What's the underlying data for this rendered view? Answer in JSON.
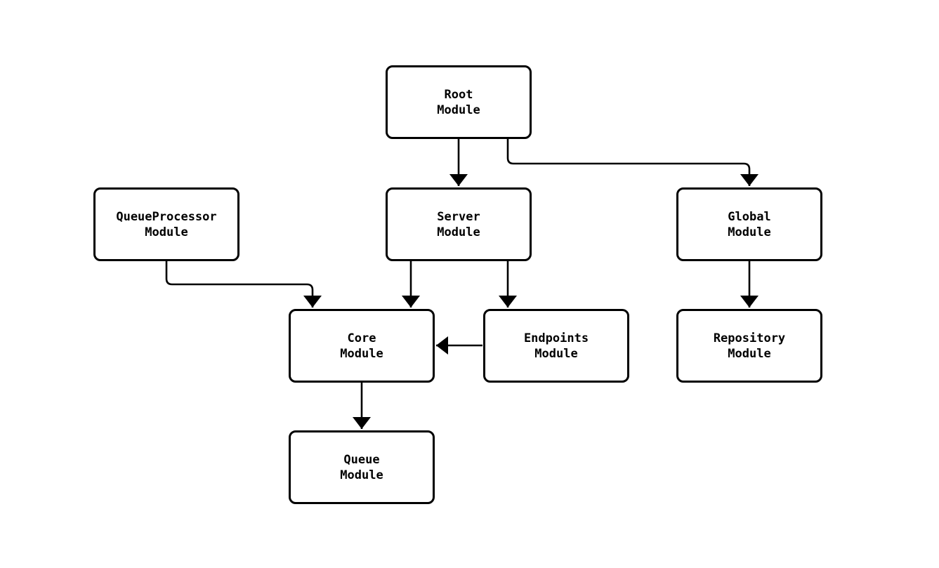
{
  "diagram": {
    "type": "module-dependency-flowchart",
    "background_color": "#ffffff",
    "stroke_color": "#000000",
    "text_color": "#000000"
  },
  "nodes": {
    "root": {
      "label": "Root\nModule"
    },
    "queue_processor": {
      "label": "QueueProcessor\nModule"
    },
    "server": {
      "label": "Server\nModule"
    },
    "global": {
      "label": "Global\nModule"
    },
    "core": {
      "label": "Core\nModule"
    },
    "endpoints": {
      "label": "Endpoints\nModule"
    },
    "repository": {
      "label": "Repository\nModule"
    },
    "queue": {
      "label": "Queue\nModule"
    }
  },
  "edges": [
    {
      "from": "Root Module",
      "to": "Server Module"
    },
    {
      "from": "Root Module",
      "to": "Global Module"
    },
    {
      "from": "QueueProcessor Module",
      "to": "Core Module"
    },
    {
      "from": "Server Module",
      "to": "Core Module"
    },
    {
      "from": "Server Module",
      "to": "Endpoints Module"
    },
    {
      "from": "Endpoints Module",
      "to": "Core Module"
    },
    {
      "from": "Global Module",
      "to": "Repository Module"
    },
    {
      "from": "Core Module",
      "to": "Queue Module"
    }
  ]
}
